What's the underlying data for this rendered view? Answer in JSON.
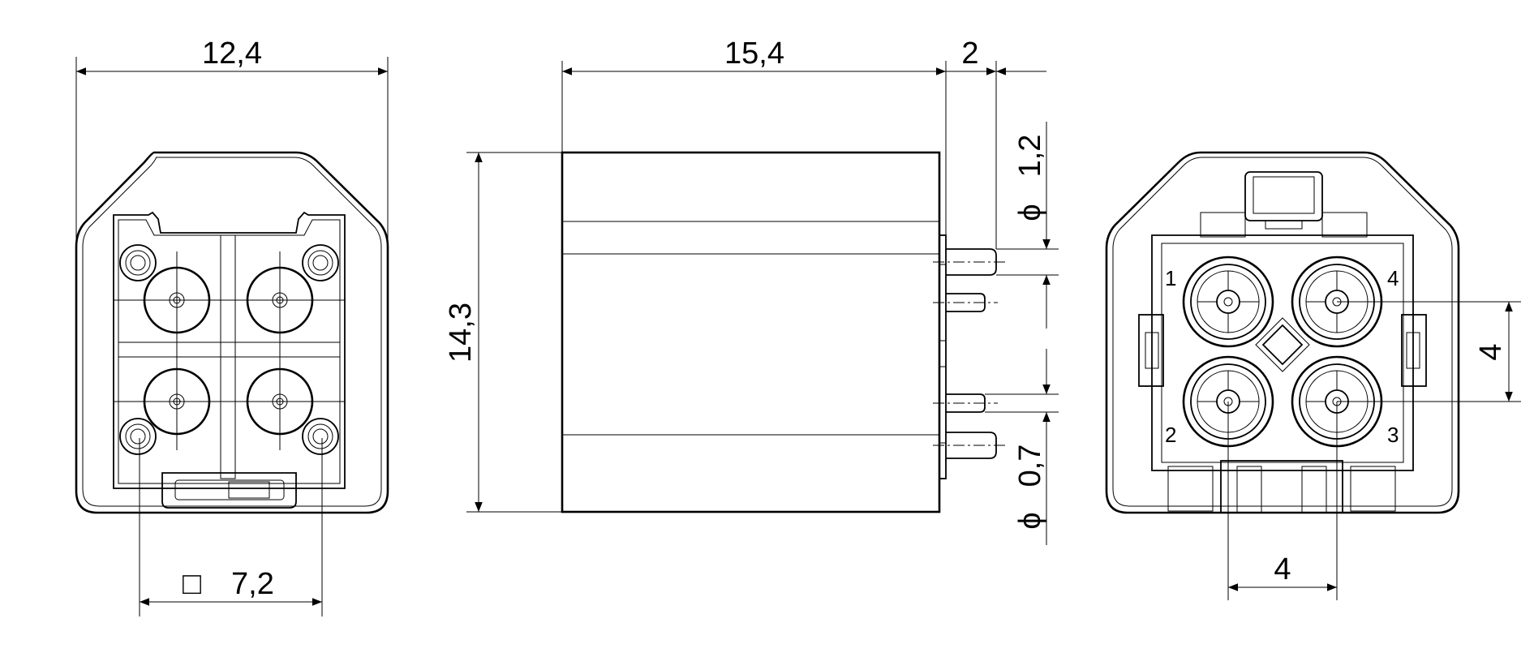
{
  "dimensions": {
    "front_width": "12,4",
    "square_pitch": "7,2",
    "body_length": "15,4",
    "pin_length": "2",
    "pin_diameter_large": "1,2",
    "pin_diameter_small": "0,7",
    "body_height": "14,3",
    "rear_pitch_vertical": "4",
    "rear_pitch_horizontal": "4",
    "diameter_symbol": "ϕ",
    "square_symbol": "□"
  },
  "pin_labels": [
    "1",
    "2",
    "3",
    "4"
  ],
  "colors": {
    "line": "#000000",
    "background": "#ffffff"
  }
}
